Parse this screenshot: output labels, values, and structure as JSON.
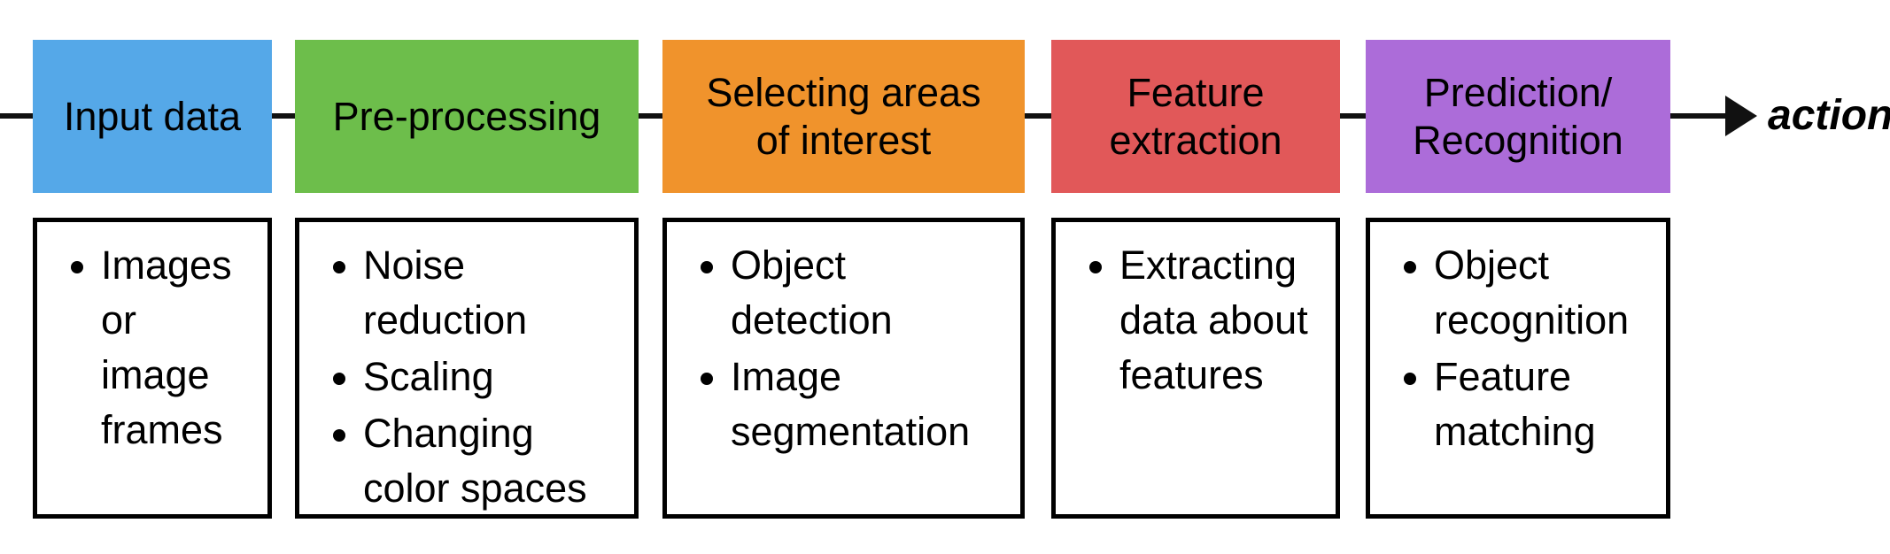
{
  "diagram": {
    "action_label": "action",
    "stages": [
      {
        "label": "Input data",
        "color": "#55A8E8",
        "bullets": [
          "Images or image frames"
        ]
      },
      {
        "label": "Pre-processing",
        "color": "#6DBE4B",
        "bullets": [
          "Noise reduction",
          "Scaling",
          "Changing color spaces"
        ]
      },
      {
        "label": "Selecting areas\nof interest",
        "color": "#F0932C",
        "bullets": [
          "Object detection",
          "Image segmentation"
        ]
      },
      {
        "label": "Feature\nextraction",
        "color": "#E15859",
        "bullets": [
          "Extracting data about features"
        ]
      },
      {
        "label": "Prediction/\nRecognition",
        "color": "#AC6CD9",
        "bullets": [
          "Object recognition",
          "Feature matching"
        ]
      }
    ]
  }
}
